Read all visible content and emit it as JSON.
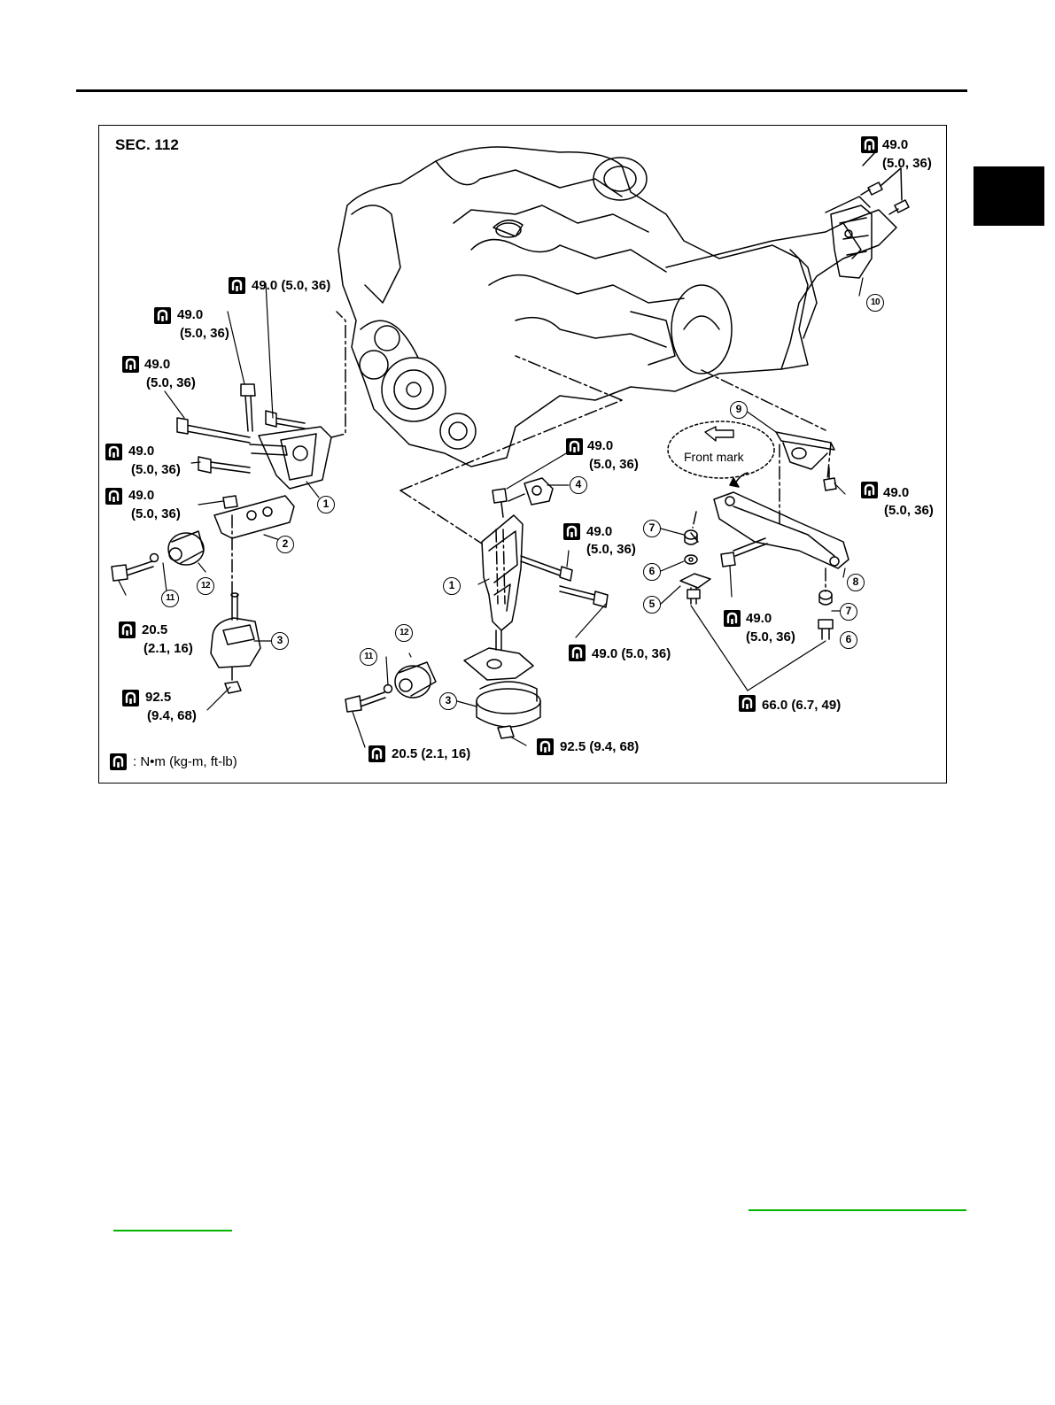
{
  "figure": {
    "section_label": "SEC. 112",
    "front_mark": "Front mark",
    "legend_text": ": N•m (kg-m, ft-lb)",
    "torque_icon": "torque-wrench-icon",
    "labels": {
      "t_top_right_a": "49.0",
      "t_top_right_b": "(5.0, 36)",
      "t_upper_left": "49.0 (5.0, 36)",
      "t_left_2a": "49.0",
      "t_left_2b": "(5.0, 36)",
      "t_left_3a": "49.0",
      "t_left_3b": "(5.0, 36)",
      "t_left_4a": "49.0",
      "t_left_4b": "(5.0, 36)",
      "t_left_5a": "49.0",
      "t_left_5b": "(5.0, 36)",
      "t_left_bolt_a": "20.5",
      "t_left_bolt_b": "(2.1, 16)",
      "t_left_nut_a": "92.5",
      "t_left_nut_b": "(9.4, 68)",
      "t_center_top_a": "49.0",
      "t_center_top_b": "(5.0, 36)",
      "t_center_mid_a": "49.0",
      "t_center_mid_b": "(5.0, 36)",
      "t_center_long": "49.0 (5.0, 36)",
      "t_center_bolt": "20.5 (2.1, 16)",
      "t_center_nut": "92.5 (9.4, 68)",
      "t_right_mount_a": "49.0",
      "t_right_mount_b": "(5.0, 36)",
      "t_right_member_a": "49.0",
      "t_right_member_b": "(5.0, 36)",
      "t_right_bottom": "66.0 (6.7, 49)"
    },
    "parts": [
      "1",
      "2",
      "3",
      "4",
      "5",
      "6",
      "7",
      "8",
      "9",
      "10",
      "11",
      "12"
    ]
  }
}
